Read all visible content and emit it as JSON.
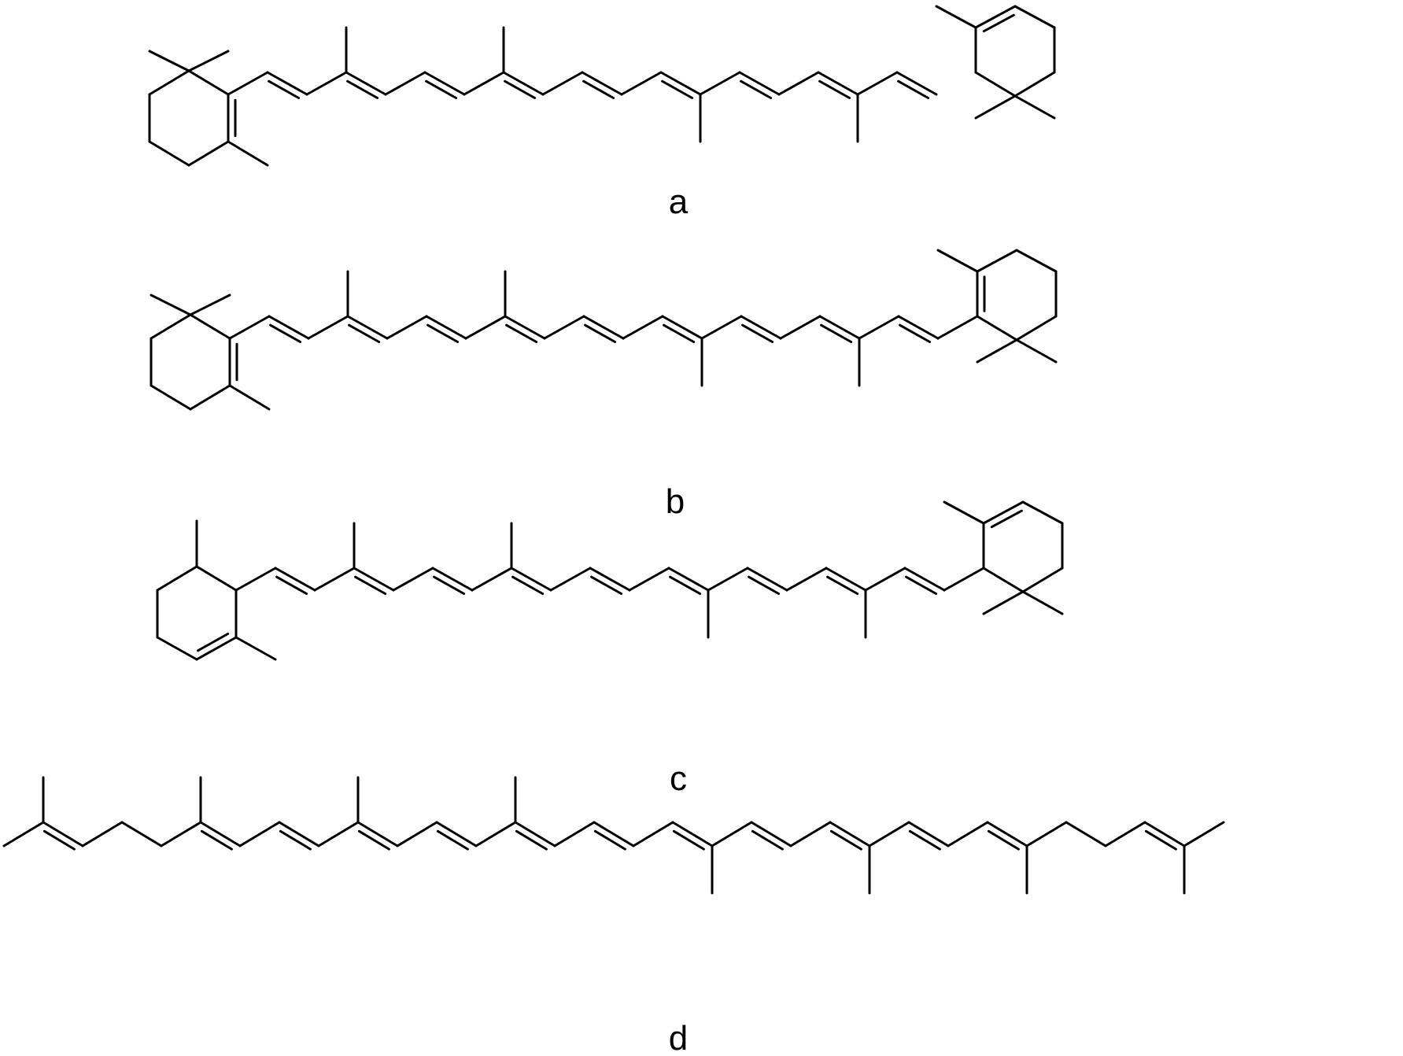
{
  "molecules": [
    {
      "id": "a",
      "label": "a"
    },
    {
      "id": "b",
      "label": "b"
    },
    {
      "id": "c",
      "label": "c"
    },
    {
      "id": "d",
      "label": "d"
    }
  ],
  "colors": {
    "bond": "#000000",
    "background": "#ffffff"
  }
}
